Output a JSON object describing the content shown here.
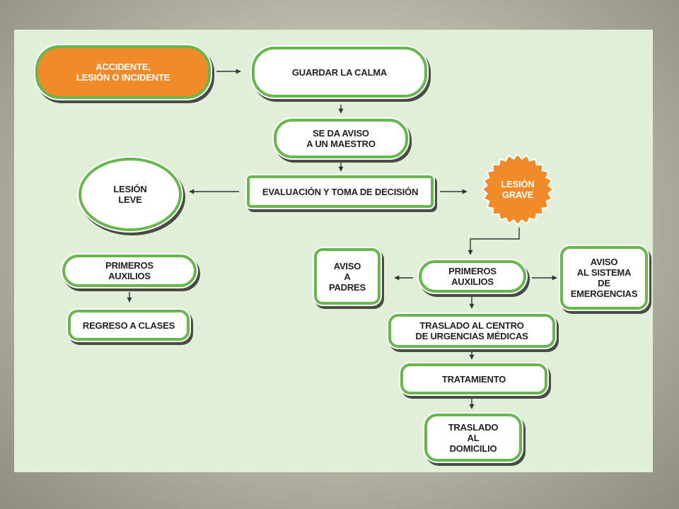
{
  "colors": {
    "panel": "#e1efd9",
    "border_green": "#68b64e",
    "orange": "#f18a28",
    "arrow": "#333333"
  },
  "nodes": {
    "accident": "ACCIDENTE,\nLESIÓN O INCIDENTE",
    "keep_calm": "GUARDAR LA CALMA",
    "notify_teacher": "SE DA AVISO\nA UN MAESTRO",
    "evaluation": "EVALUACIÓN Y TOMA DE DECISIÓN",
    "minor_injury": "LESIÓN\nLEVE",
    "serious_injury": "LESIÓN\nGRAVE",
    "first_aid_left": "PRIMEROS\nAUXILIOS",
    "back_to_class": "REGRESO A CLASES",
    "notify_parents": "AVISO\nA\nPADRES",
    "first_aid_right": "PRIMEROS\nAUXILIOS",
    "notify_emergency": "AVISO\nAL SISTEMA\nDE\nEMERGENCIAS",
    "transfer_center": "TRASLADO AL CENTRO\nDE URGENCIAS MÉDICAS",
    "treatment": "TRATAMIENTO",
    "transfer_home": "TRASLADO\nAL\nDOMICILIO"
  }
}
